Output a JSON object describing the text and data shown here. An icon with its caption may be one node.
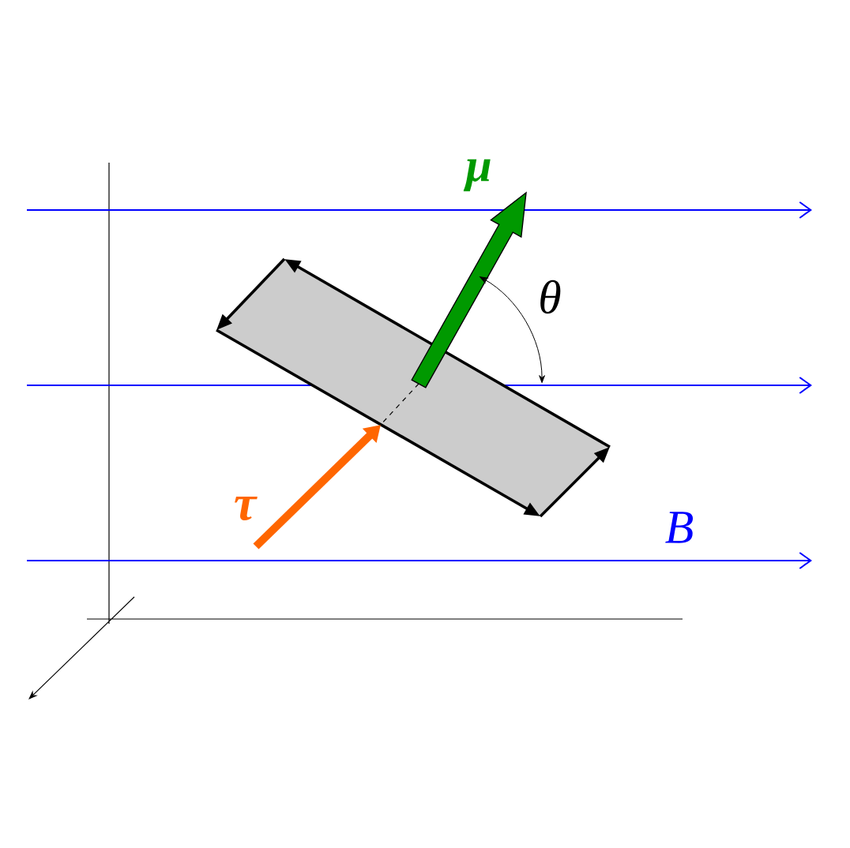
{
  "diagram": {
    "labels": [
      "μ",
      "θ",
      "τ",
      "B"
    ]
  }
}
